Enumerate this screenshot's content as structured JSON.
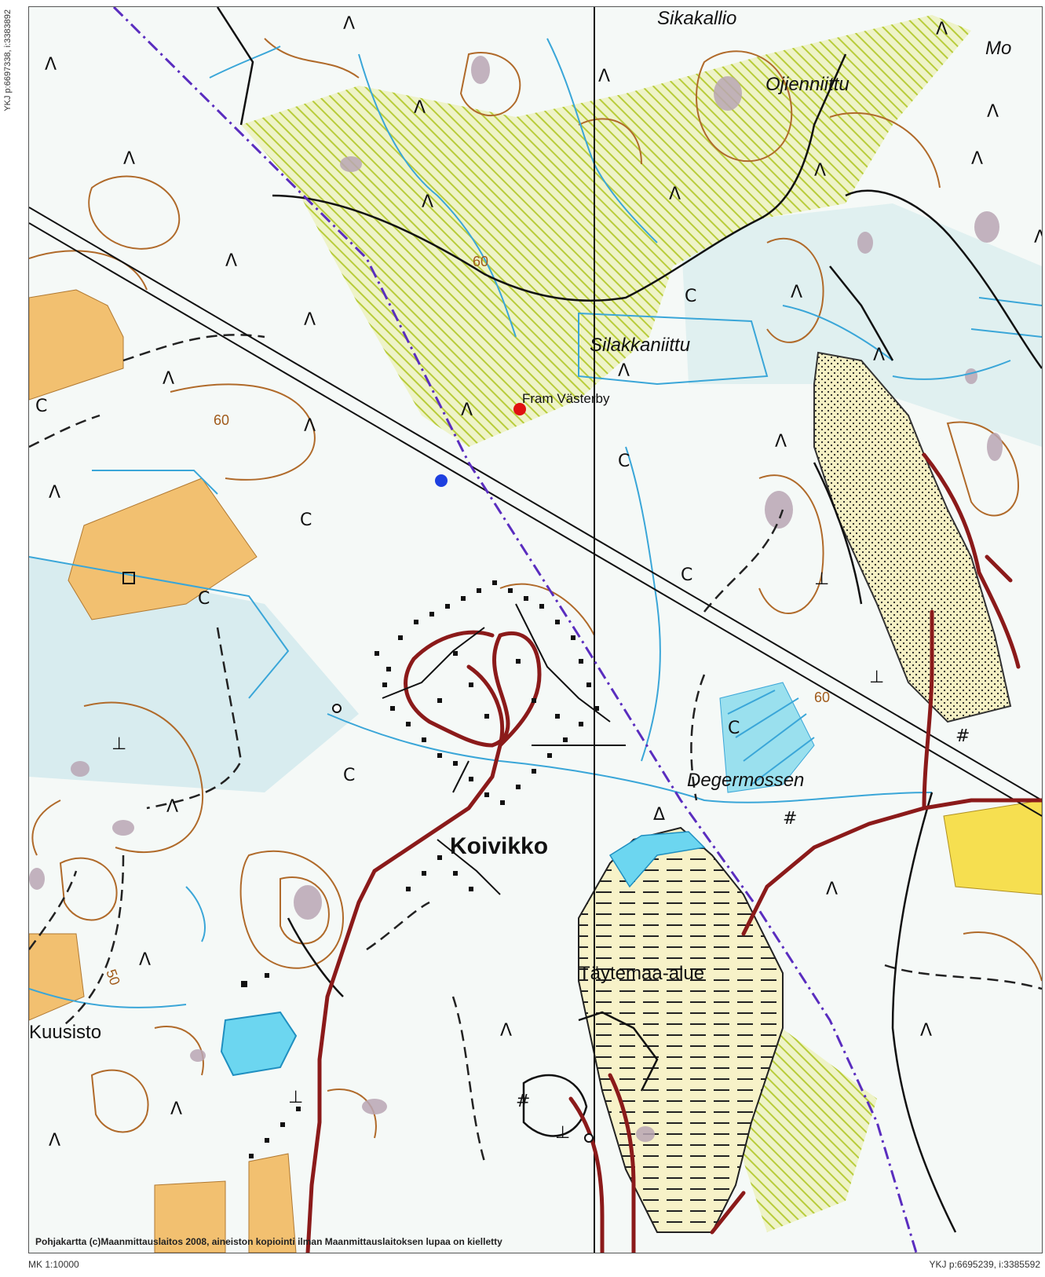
{
  "coordinates": {
    "top_left": "YKJ p:6697338, i:3383892",
    "bottom_right": "YKJ p:6695239, i:3385592"
  },
  "scale": "MK 1:10000",
  "copyright": "Pohjakartta (c)Maanmittauslaitos 2008, aineiston kopiointi ilman Maanmittauslaitoksen lupaa on kielletty",
  "places": {
    "sikakallio": "Sikakallio",
    "mo": "Mo",
    "ojienniittu": "Ojienniittu",
    "silakkaniittu": "Silakkaniittu",
    "fram": "Fram Västerby",
    "koivikko": "Koivikko",
    "degermossen": "Degermossen",
    "taytemaa": "Täytemaa-alue",
    "kuusisto": "Kuusisto"
  },
  "contours": {
    "c60a": "60",
    "c60b": "60",
    "c60c": "60",
    "c50": "50"
  },
  "colors": {
    "contour": "#b06a2a",
    "water": "#3aa6d8",
    "road": "#8b1a1a",
    "boundary": "#5a2dbf",
    "field": "#f2c070",
    "marsh_hatch": "#c8d84a",
    "fill_area": "#f7f2c8"
  }
}
